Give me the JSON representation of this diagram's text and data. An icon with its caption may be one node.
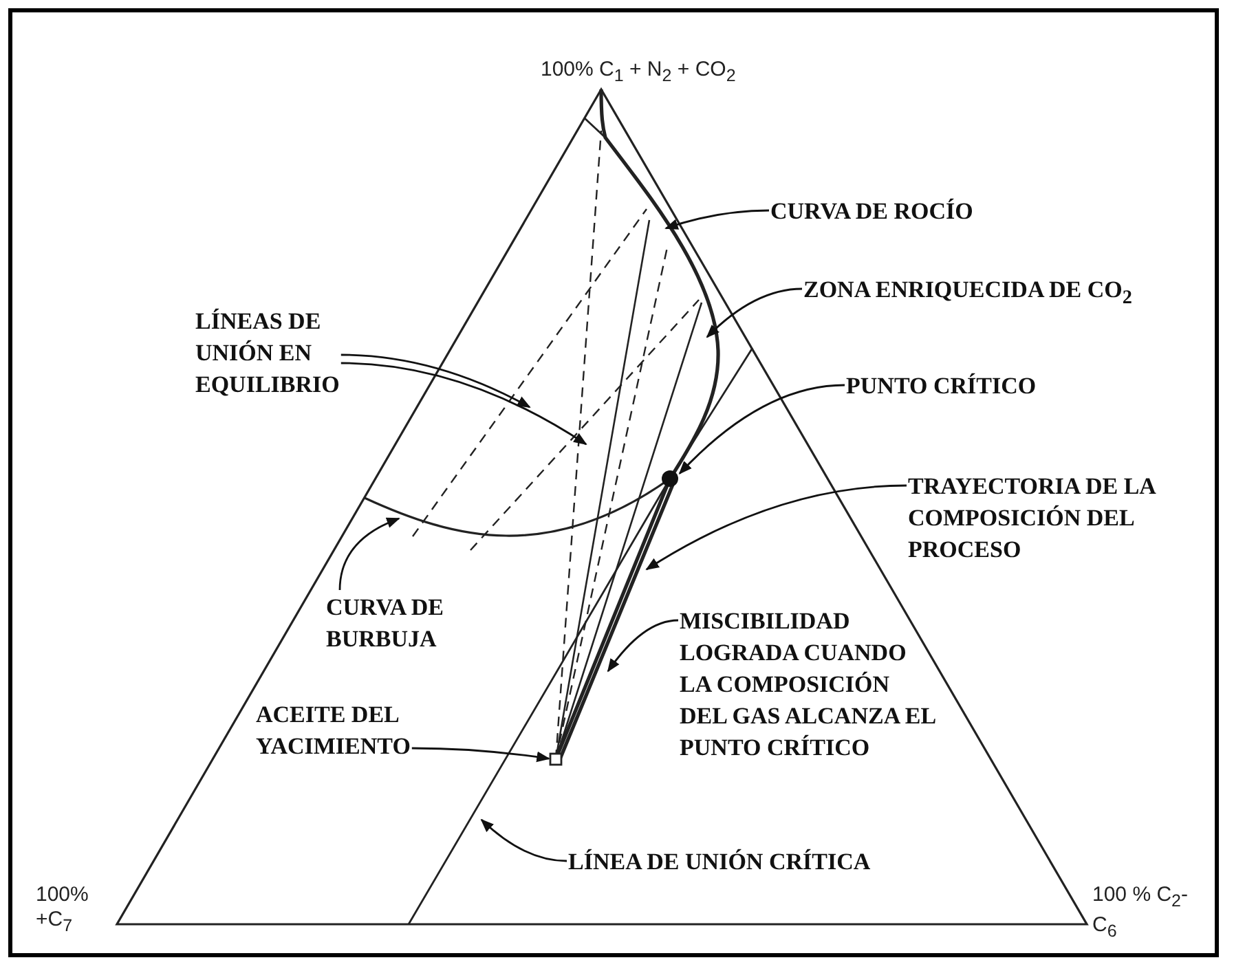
{
  "diagram": {
    "nodes": [
      {
        "text": [
          "CURVA DE ROCÍO"
        ]
      },
      {
        "text": [
          "ZONA ENRIQUECIDA DE CO$_{2}$"
        ]
      },
      {
        "text": [
          "LÍNEAS DE UNIÓN EN EQUILIBRIO"
        ]
      },
      {
        "text": [
          "PUNTO CRÍTICO"
        ]
      },
      {
        "text": [
          "TRAYECTORIA DE LA COMPOSICIÓN DEL PROCESO"
        ]
      },
      {
        "text": [
          "CURVA DE BURBUJA"
        ]
      },
      {
        "text": [
          "MISCIBILIDAD LOGRADA CUANDO LA COMPOSICIÓN DEL GAS ALCANZA EL PUNTO CRÍTICO"
        ]
      },
      {
        "text": [
          "ACEITE DEL YACIMIENTO"
        ]
      },
      {
        "text": [
          "LÍNEA DE UNIÓN CRÍTICA"
        ]
      },
      {
        "text": [],
        "shape": "circle"
      },
      {
        "text": [],
        "shape": "box"
      }
    ],
    "edges": [
      {
        "from": 0,
        "to": null,
        "arrow": "to"
      },
      {
        "from": 1,
        "to": null,
        "arrow": "to"
      },
      {
        "from": 2,
        "to": null,
        "arrow": "to"
      },
      {
        "from": 2,
        "to": null,
        "arrow": "to"
      },
      {
        "from": 3,
        "to": 9,
        "arrow": "to"
      },
      {
        "from": 4,
        "to": null,
        "arrow": "to"
      },
      {
        "from": 5,
        "to": null,
        "arrow": "to"
      },
      {
        "from": 6,
        "to": null,
        "arrow": "to"
      },
      {
        "from": 7,
        "to": 10,
        "arrow": "to"
      },
      {
        "from": 8,
        "to": null,
        "arrow": "to"
      }
    ],
    "labels": [
      "100% C$_{1}$ + N$_{2}$ + CO$_{2}$",
      "100% +C$_{7}$",
      "100 % C$_{2}$-C$_{6}$"
    ]
  }
}
